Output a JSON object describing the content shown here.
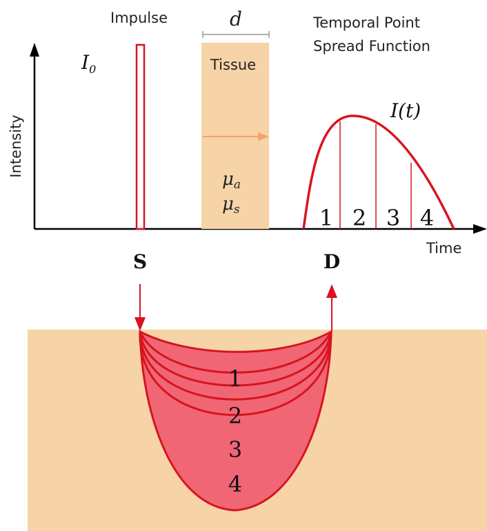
{
  "labels": {
    "impulse": "Impulse",
    "distance": "d",
    "tpsf_line1": "Temporal Point",
    "tpsf_line2": "Spread Function",
    "i0_base": "I",
    "i0_sub": "0",
    "tissue": "Tissue",
    "mu_a_base": "μ",
    "mu_a_sub": "a",
    "mu_s_base": "μ",
    "mu_s_sub": "s",
    "it": "I(t)",
    "yaxis": "Intensity",
    "xaxis": "Time",
    "source": "S",
    "detector": "D"
  },
  "time_bins": [
    "1",
    "2",
    "3",
    "4"
  ],
  "banana_paths": [
    "1",
    "2",
    "3",
    "4"
  ],
  "colors": {
    "curve_red": "#d7141f",
    "banana_fill": "#f06675",
    "tissue_fill": "#f7d3a8",
    "arrow_orange": "#f2a36c",
    "axis": "#000000"
  }
}
